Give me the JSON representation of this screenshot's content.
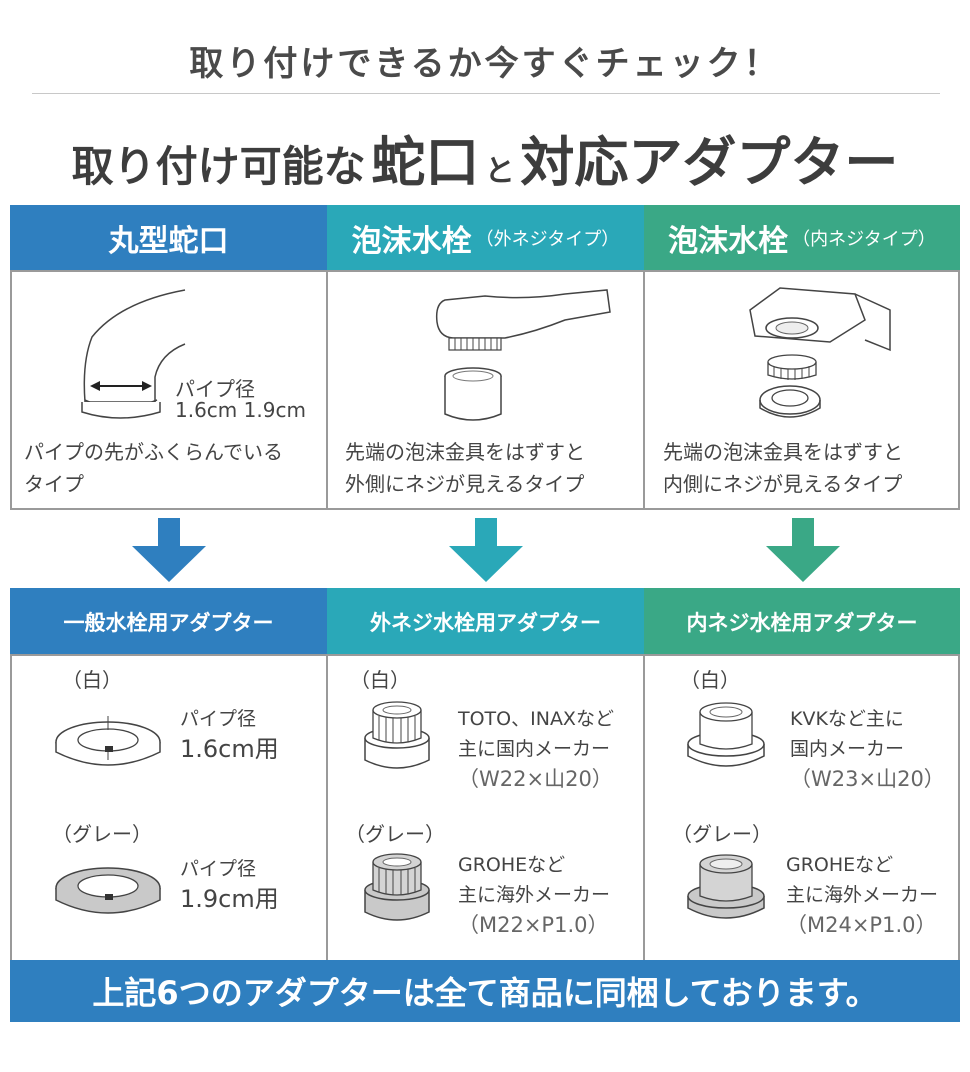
{
  "header": {
    "subtitle": "取り付けできるか今すぐチェック！",
    "title_part1": "取り付け可能な",
    "title_part2": "蛇口",
    "title_part3": "と",
    "title_part4": "対応アダプター"
  },
  "faucets": [
    {
      "name": "丸型蛇口",
      "note": "",
      "desc_line1": "パイプの先がふくらんでいる",
      "desc_line2": "タイプ",
      "pipe_label": "パイプ径",
      "pipe_sizes": "1.6cm 1.9cm"
    },
    {
      "name": "泡沫水栓",
      "note": "（外ネジタイプ）",
      "desc_line1": "先端の泡沫金具をはずすと",
      "desc_line2": "外側にネジが見えるタイプ"
    },
    {
      "name": "泡沫水栓",
      "note": "（内ネジタイプ）",
      "desc_line1": "先端の泡沫金具をはずすと",
      "desc_line2": "内側にネジが見えるタイプ"
    }
  ],
  "adapters": [
    {
      "title": "一般水栓用アダプター",
      "items": [
        {
          "color_label": "（白）",
          "line1": "パイプ径",
          "line2": "1.6cm用",
          "line3": ""
        },
        {
          "color_label": "（グレー）",
          "line1": "パイプ径",
          "line2": "1.9cm用",
          "line3": ""
        }
      ]
    },
    {
      "title": "外ネジ水栓用アダプター",
      "items": [
        {
          "color_label": "（白）",
          "line1": "TOTO、INAXなど",
          "line2": "主に国内メーカー",
          "line3": "（W22×山20）"
        },
        {
          "color_label": "（グレー）",
          "line1": "GROHEなど",
          "line2": "主に海外メーカー",
          "line3": "（M22×P1.0）"
        }
      ]
    },
    {
      "title": "内ネジ水栓用アダプター",
      "items": [
        {
          "color_label": "（白）",
          "line1": "KVKなど主に",
          "line2": "国内メーカー",
          "line3": "（W23×山20）"
        },
        {
          "color_label": "（グレー）",
          "line1": "GROHEなど",
          "line2": "主に海外メーカー",
          "line3": "（M24×P1.0）"
        }
      ]
    }
  ],
  "footer": {
    "text": "上記6つのアダプターは全て商品に同梱しております。"
  },
  "colors": {
    "blue": "#2f7fbf",
    "teal": "#2aa8b8",
    "green": "#3aa886",
    "border": "#9a9a9a",
    "grey_adapter": "#c9c9c9"
  },
  "icons": [
    "round-faucet-icon",
    "foam-faucet-outer-icon",
    "foam-faucet-inner-icon",
    "down-arrow-icon",
    "ring-adapter-icon",
    "threaded-adapter-icon",
    "cup-adapter-icon"
  ]
}
